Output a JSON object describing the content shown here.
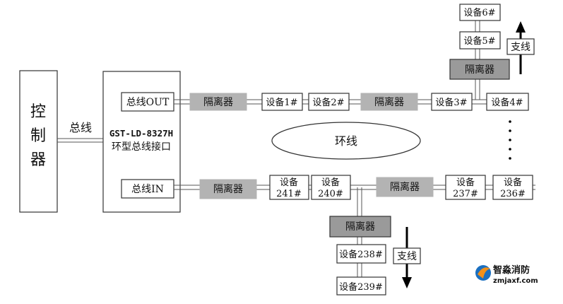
{
  "controller": {
    "label": [
      "控",
      "制",
      "器"
    ]
  },
  "bus_label": "总线",
  "interface": {
    "model": "GST-LD-8327H",
    "name": "环型总线接口",
    "out_port": "总线OUT",
    "in_port": "总线IN"
  },
  "isolator_label": "隔离器",
  "ring_label": "环线",
  "branch_label": "支线",
  "top_row": {
    "devices": [
      "设备1#",
      "设备2#",
      "设备3#",
      "设备4#"
    ]
  },
  "top_branch": {
    "devices": [
      "设备6#",
      "设备5#"
    ]
  },
  "bottom_row": {
    "devices": [
      {
        "line1": "设备",
        "line2": "241#"
      },
      {
        "line1": "设备",
        "line2": "240#"
      },
      {
        "line1": "设备",
        "line2": "237#"
      },
      {
        "line1": "设备",
        "line2": "236#"
      }
    ]
  },
  "bottom_branch": {
    "devices": [
      "设备238#",
      "设备239#"
    ]
  },
  "watermark": {
    "name": "智淼消防",
    "url": "zmjaxf.com"
  },
  "colors": {
    "isolator_fill": "#b3b3b3",
    "line": "#555555",
    "logo_blue": "#1a6fc0",
    "logo_orange": "#f29018"
  }
}
